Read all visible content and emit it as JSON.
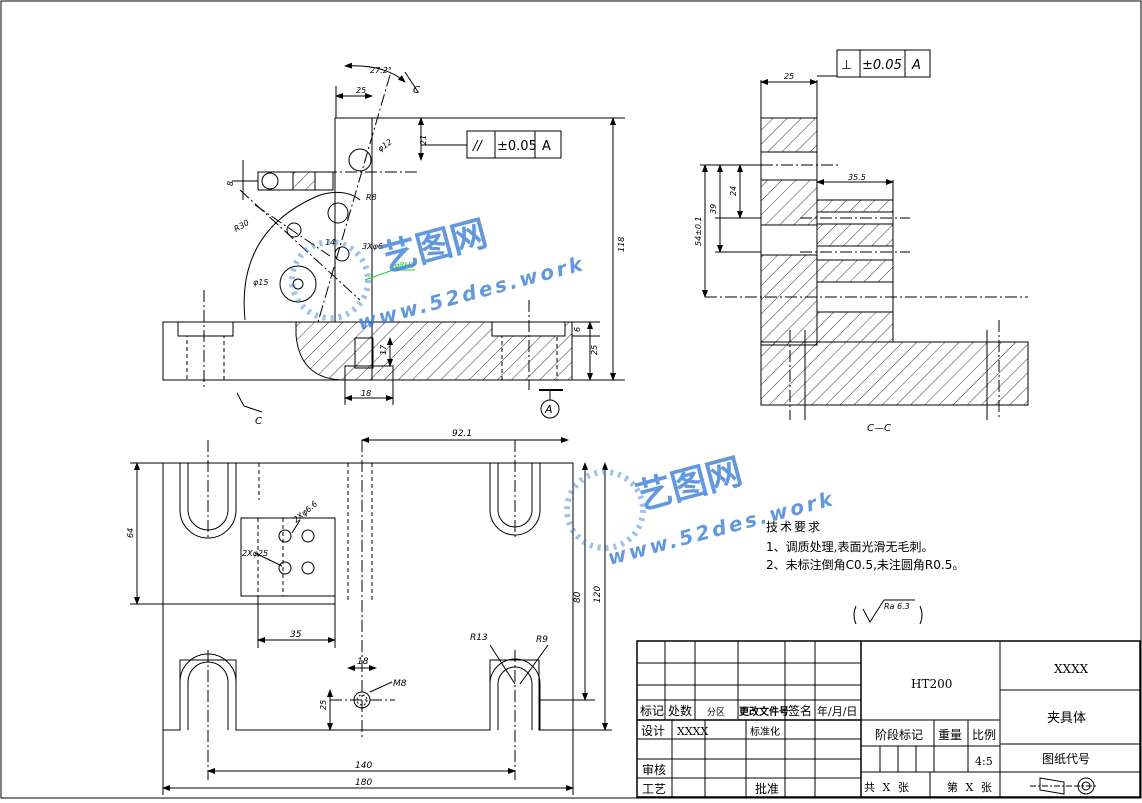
{
  "watermark": {
    "brand": "艺图网",
    "url": "www.52des.work"
  },
  "front_view": {
    "angle": "27.2°",
    "d25": "25",
    "d21": "21",
    "phi12": "φ12",
    "r8": "R8",
    "r30": "R30",
    "d14": "14",
    "phi6": "3Xφ6",
    "phi15": "φ15",
    "d8": "8",
    "d118": "118",
    "d6": "6",
    "d25b": "25",
    "d17": "17",
    "d18": "18",
    "green_tag": "φ8H7",
    "section_mark": "C",
    "datum": "A"
  },
  "tolerances": {
    "parallel": {
      "symbol": "//",
      "value": "±0.05",
      "datum": "A"
    },
    "perpendicular": {
      "symbol": "⊥",
      "value": "±0.05",
      "datum": "A"
    }
  },
  "section_view": {
    "d25": "25",
    "d35_5": "35.5",
    "d24": "24",
    "d39": "39",
    "d54": "54±0.1",
    "label": "C—C"
  },
  "top_view": {
    "d92_1": "92.1",
    "d64": "64",
    "hole_a": "2Xφ6.6",
    "hole_b": "2Xφ25",
    "d35": "35",
    "d80": "80",
    "d120": "120",
    "r13": "R13",
    "r9": "R9",
    "d18": "18",
    "m8": "M8",
    "d25": "25",
    "d140": "140",
    "d180": "180"
  },
  "notes": {
    "title": "技术要求",
    "line1": "1、调质处理,表面光滑无毛刺。",
    "line2": "2、未标注倒角C0.5,未注圆角R0.5。",
    "roughness": "Ra 6.3"
  },
  "title_block": {
    "material": "HT200",
    "company": "XXXX",
    "part_name": "夹具体",
    "drawing_no_label": "图纸代号",
    "mark": "标记",
    "count": "处数",
    "zone": "分区",
    "change_doc": "更改文件号",
    "sign": "签名",
    "date": "年/月/日",
    "design": "设计",
    "designer": "XXXX",
    "standard": "标准化",
    "stage_mark": "阶段标记",
    "weight": "重量",
    "scale_label": "比例",
    "scale": "4:5",
    "review": "审核",
    "process": "工艺",
    "approve": "批准",
    "total_sheets": "共 X 张",
    "sheet_no": "第 X 张"
  },
  "colors": {
    "line": "#000000",
    "watermark": "#3b7fd9",
    "tag": "#22cc22"
  }
}
